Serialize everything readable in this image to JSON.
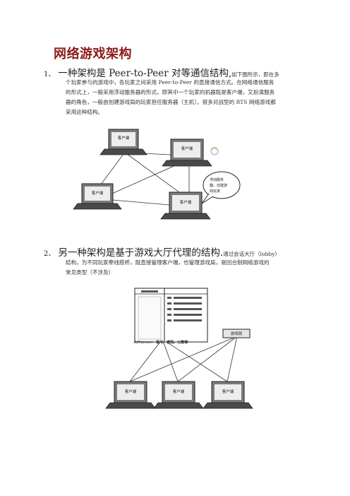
{
  "title": "网络游戏架构",
  "section1": {
    "num": "1、",
    "heading": "一种架构是 Peer-to-Peer 对等通信结构,",
    "heading_tail": "如下图所示，即在多",
    "lines": [
      "个玩家参与的游戏中，各玩家之间采用 Peer-to-Peer 的直接通信方式。在网络通信服务",
      "的形式上，一般采用浮动服务器的形式，即其中一个玩家的机器既是客户端，又扮演服务",
      "器的角色，一般由创建游戏局的玩家担任服务器（主机）。很多对战型的 RTS 网络游戏都",
      "采用这种结构。"
    ],
    "diagram": {
      "client_label": "客户端",
      "bubble_lines": [
        "浮动服务",
        "器，创建游",
        "戏玩家"
      ]
    }
  },
  "section2": {
    "num": "2、",
    "heading": "另一种架构是基于游戏大厅代理的结构.",
    "heading_tail": "通过会话大厅（lobby）",
    "lines": [
      "结构，为不同玩家牵线搭桥，既直接管理客户端，也管理游戏局，是回合制网络游戏的",
      "常见类型（不涉及）"
    ],
    "diagram": {
      "server_caption": "大厅server：",
      "server_caption_tail": "账号、密码、分数等",
      "game_box_label": "游戏局",
      "client_label": "客户端"
    }
  }
}
